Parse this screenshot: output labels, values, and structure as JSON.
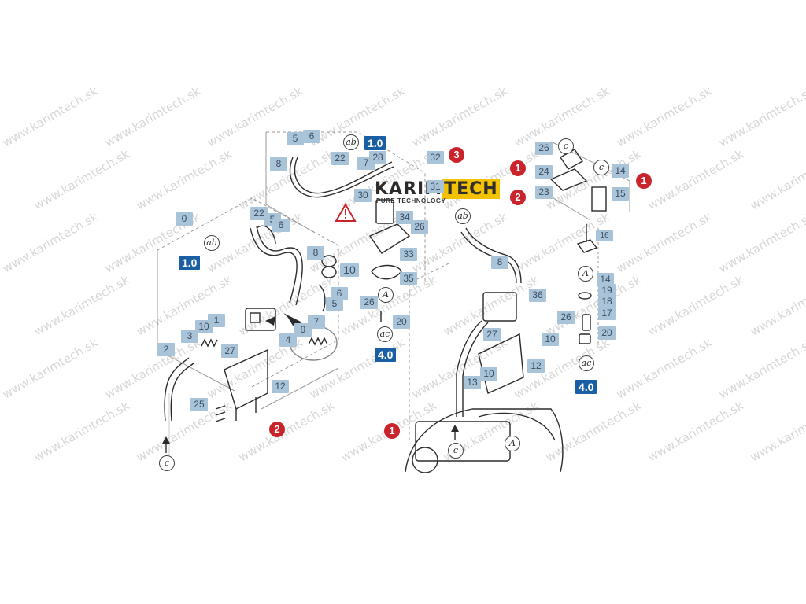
{
  "logo": {
    "brand_a": "KARIM",
    "brand_b": "TECH",
    "tagline": "PURE TECHNOLOGY"
  },
  "watermark": "www.karimtech.sk",
  "version_labels": [
    "1.0",
    "1.0",
    "4.0",
    "4.0"
  ],
  "connector_labels": {
    "ab": "ab",
    "ac": "ac",
    "c": "c",
    "a": "A"
  },
  "step_numbers": [
    "1",
    "2",
    "3"
  ],
  "callouts": {
    "left": [
      "0",
      "22",
      "5",
      "6",
      "8",
      "10",
      "6",
      "5",
      "1",
      "10",
      "3",
      "27",
      "9",
      "7",
      "4",
      "2",
      "12",
      "25"
    ],
    "top": [
      "5",
      "6",
      "22",
      "8",
      "7",
      "28",
      "32",
      "30",
      "31",
      "34",
      "26",
      "33",
      "35",
      "26",
      "20"
    ],
    "right": [
      "26",
      "24",
      "23",
      "14",
      "15",
      "16",
      "8",
      "36",
      "14",
      "19",
      "18",
      "17",
      "26",
      "20",
      "27",
      "10",
      "12",
      "10",
      "13"
    ]
  }
}
